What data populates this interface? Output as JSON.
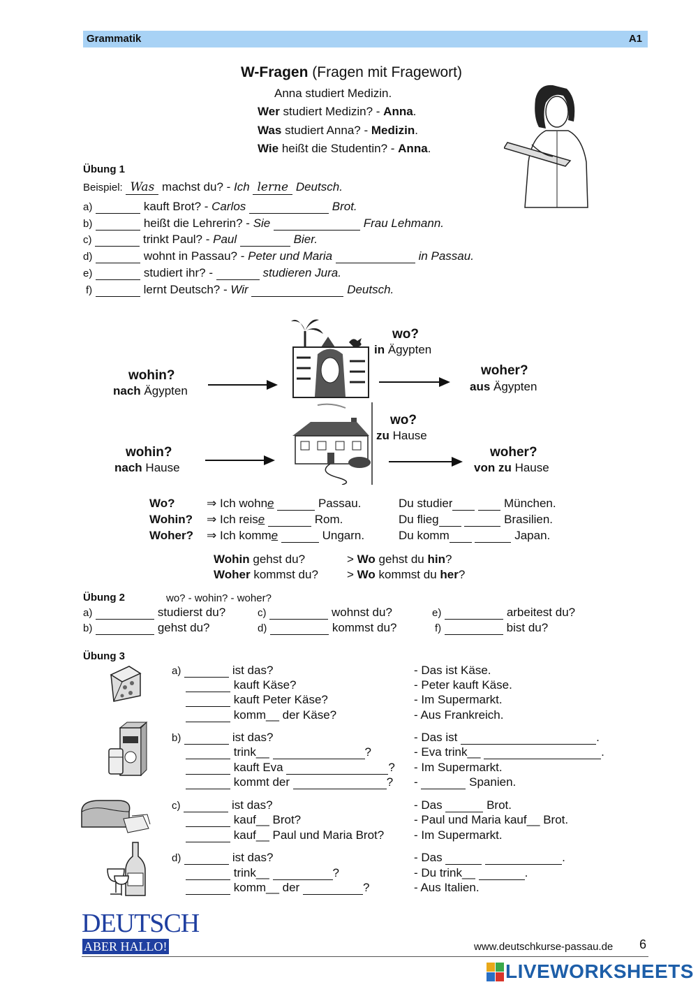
{
  "header": {
    "left": "Grammatik",
    "right": "A1"
  },
  "title": {
    "bold": "W-Fragen",
    "rest": "(Fragen mit Fragewort)"
  },
  "intro": {
    "sentence": "Anna studiert Medizin.",
    "q1": {
      "w": "Wer",
      "rest": "studiert Medizin? -",
      "ans": "Anna",
      "end": "."
    },
    "q2": {
      "w": "Was",
      "rest": "studiert Anna? -",
      "ans": "Medizin",
      "end": "."
    },
    "q3": {
      "w": "Wie",
      "rest": "heißt die Studentin? -",
      "ans": "Anna",
      "end": "."
    }
  },
  "uebung1": {
    "title": "Übung 1",
    "example": {
      "label": "Beispiel:",
      "fill1": "Was",
      "mid": "machst du? -",
      "ich": "Ich",
      "fill2": "lerne",
      "end": "Deutsch."
    },
    "items": [
      {
        "letter": "a)",
        "q": "kauft Brot? -",
        "subj": "Carlos",
        "end": "Brot."
      },
      {
        "letter": "b)",
        "q": "heißt die Lehrerin? -",
        "subj": "Sie",
        "end": "Frau Lehmann."
      },
      {
        "letter": "c)",
        "q": "trinkt Paul? -",
        "subj": "Paul",
        "end": "Bier."
      },
      {
        "letter": "d)",
        "q": "wohnt in Passau? -",
        "subj": "Peter und Maria",
        "end": "in Passau."
      },
      {
        "letter": "e)",
        "q": "studiert ihr? -",
        "subj": "",
        "end": "studieren Jura."
      },
      {
        "letter": "f)",
        "q": "lernt Deutsch? -",
        "subj": "Wir",
        "end": "Deutsch."
      }
    ]
  },
  "diagram": {
    "egypt": {
      "wohin": "wohin?",
      "wohin_prep": "nach",
      "wohin_place": "Ägypten",
      "wo": "wo?",
      "wo_prep": "in",
      "wo_place": "Ägypten",
      "woher": "woher?",
      "woher_prep": "aus",
      "woher_place": "Ägypten"
    },
    "home": {
      "wohin": "wohin?",
      "wohin_prep": "nach",
      "wohin_place": "Hause",
      "wo": "wo?",
      "wo_prep": "zu",
      "wo_place": "Hause",
      "woher": "woher?",
      "woher_prep": "von zu",
      "woher_place": "Hause"
    }
  },
  "grammar_table": [
    {
      "q": "Wo?",
      "arrow": "⇒",
      "verb": "Ich wohn",
      "ending": "e",
      "place": "Passau.",
      "du": "Du studier",
      "du_place": "München."
    },
    {
      "q": "Wohin?",
      "arrow": "⇒",
      "verb": "Ich reis",
      "ending": "e",
      "place": "Rom.",
      "du": "Du flieg",
      "du_place": "Brasilien."
    },
    {
      "q": "Woher?",
      "arrow": "⇒",
      "verb": "Ich komm",
      "ending": "e",
      "place": "Ungarn.",
      "du": "Du komm",
      "du_place": "Japan."
    }
  ],
  "split_questions": [
    {
      "w": "Wohin",
      "rest": "gehst du?",
      "gt": ">",
      "w2": "Wo",
      "mid": "gehst du",
      "part": "hin",
      "end": "?"
    },
    {
      "w": "Woher",
      "rest": "kommst du?",
      "gt": ">",
      "w2": "Wo",
      "mid": "kommst du",
      "part": "her",
      "end": "?"
    }
  ],
  "uebung2": {
    "title": "Übung 2",
    "hint": "wo? - wohin? - woher?",
    "items": [
      {
        "letter": "a)",
        "text": "studierst du?"
      },
      {
        "letter": "c)",
        "text": "wohnst du?"
      },
      {
        "letter": "e)",
        "text": "arbeitest du?"
      },
      {
        "letter": "b)",
        "text": "gehst du?"
      },
      {
        "letter": "d)",
        "text": "kommst du?"
      },
      {
        "letter": "f)",
        "text": "bist du?"
      }
    ]
  },
  "uebung3": {
    "title": "Übung 3",
    "a": {
      "letter": "a)",
      "q": [
        "ist das?",
        "kauft Käse?",
        "kauft Peter Käse?",
        "komm__ der Käse?"
      ],
      "a": [
        "- Das ist Käse.",
        "- Peter kauft Käse.",
        "- Im Supermarkt.",
        "- Aus Frankreich."
      ]
    },
    "b": {
      "letter": "b)",
      "q": [
        "ist das?",
        "trink__",
        "kauft Eva",
        "kommt der"
      ],
      "a": [
        "- Das ist",
        "- Eva trink__",
        "- Im Supermarkt.",
        "Spanien."
      ]
    },
    "c": {
      "letter": "c)",
      "q": [
        "ist das?",
        "kauf__ Brot?",
        "kauf__ Paul und Maria Brot?"
      ],
      "a": [
        "- Das",
        "Brot.",
        "- Paul und Maria kauf__ Brot.",
        "- Im Supermarkt."
      ]
    },
    "d": {
      "letter": "d)",
      "q": [
        "ist das?",
        "trink__",
        "komm__ der"
      ],
      "a": [
        "- Das",
        "- Du trink__",
        "- Aus Italien."
      ]
    }
  },
  "footer": {
    "logo_top": "DEUTSCH",
    "logo_bottom": "ABER HALLO!",
    "url": "www.deutschkurse-passau.de",
    "page": "6",
    "brand": "LIVEWORKSHEETS"
  }
}
